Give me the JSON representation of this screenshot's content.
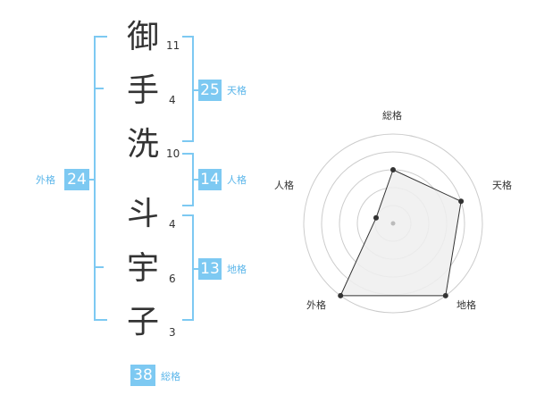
{
  "name": {
    "chars": [
      {
        "char": "御",
        "strokes": "11"
      },
      {
        "char": "手",
        "strokes": "4"
      },
      {
        "char": "洗",
        "strokes": "10"
      },
      {
        "char": "斗",
        "strokes": "4"
      },
      {
        "char": "宇",
        "strokes": "6"
      },
      {
        "char": "子",
        "strokes": "3"
      }
    ]
  },
  "fortune": {
    "tenkaku": {
      "value": "25",
      "label": "天格"
    },
    "jinkaku": {
      "value": "14",
      "label": "人格"
    },
    "chikaku": {
      "value": "13",
      "label": "地格"
    },
    "gaikaku": {
      "value": "24",
      "label": "外格"
    },
    "soukaku": {
      "value": "38",
      "label": "総格"
    }
  },
  "chart_data": {
    "type": "radar",
    "axes": [
      "総格",
      "天格",
      "地格",
      "外格",
      "人格"
    ],
    "values": [
      3.0,
      4.0,
      5.0,
      5.0,
      1.0
    ],
    "rmax": 5,
    "rings": 5,
    "grid": true,
    "colors": {
      "fill": "#efefef",
      "stroke": "#333333",
      "ring": "#cccccc",
      "center": "#bbbbbb"
    }
  },
  "colors": {
    "bracket": "#7dc9f2",
    "badge": "#7dc9f2",
    "badge_label": "#5bb6ea",
    "text": "#333333"
  }
}
